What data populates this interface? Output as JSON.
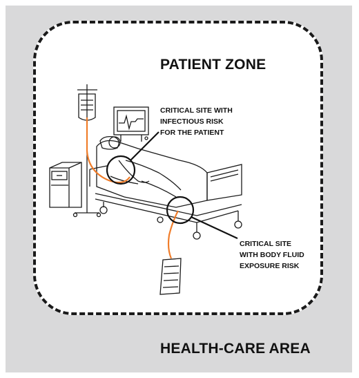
{
  "diagram": {
    "zone_title": "PATIENT ZONE",
    "area_title": "HEALTH-CARE AREA",
    "callout_infectious": "CRITICAL SITE WITH\nINFECTIOUS RISK\nFOR THE PATIENT",
    "callout_fluid": "CRITICAL SITE\nWITH BODY FLUID\nEXPOSURE RISK",
    "colors": {
      "background": "#d9d9da",
      "zone_fill": "#ffffff",
      "outline": "#1a1a1a",
      "tubing": "#f07d2a"
    }
  }
}
